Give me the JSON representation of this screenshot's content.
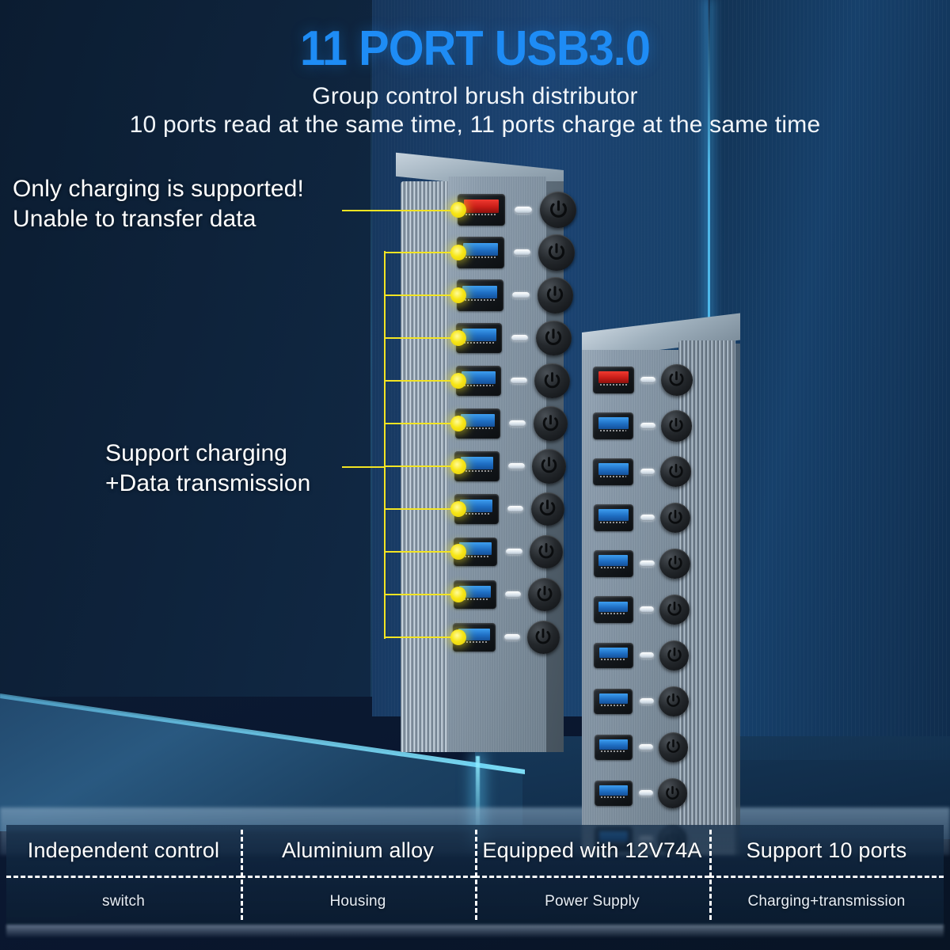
{
  "header": {
    "title": "11 PORT USB3.0",
    "subtitle_1": "Group control brush distributor",
    "subtitle_2": "10 ports read at the same time, 11 ports charge at the same time",
    "title_color": "#1e8cf5",
    "text_color": "#ffffff"
  },
  "callouts": {
    "charge_only": {
      "line_1": "Only charging is supported!",
      "line_2": "Unable to transfer data",
      "text": "Only charging is supported!\nUnable to transfer data",
      "target_port": "port-1-red",
      "accent_color": "#f2e423"
    },
    "charge_and_data": {
      "line_1": "Support charging",
      "line_2": "+Data transmission",
      "text": "Support charging\n+Data transmission",
      "target_ports": "port-2 through port-11 (blue)",
      "accent_color": "#f2e423"
    }
  },
  "devices": {
    "hub_front": {
      "name": "11-port USB 3.0 hub (front)",
      "port_count": 11,
      "ports": [
        {
          "index": 1,
          "type": "charge-only",
          "color": "#e02a22",
          "label": "red"
        },
        {
          "index": 2,
          "type": "charge-and-data",
          "color": "#2f86dd",
          "label": "blue"
        },
        {
          "index": 3,
          "type": "charge-and-data",
          "color": "#2f86dd",
          "label": "blue"
        },
        {
          "index": 4,
          "type": "charge-and-data",
          "color": "#2f86dd",
          "label": "blue"
        },
        {
          "index": 5,
          "type": "charge-and-data",
          "color": "#2f86dd",
          "label": "blue"
        },
        {
          "index": 6,
          "type": "charge-and-data",
          "color": "#2f86dd",
          "label": "blue"
        },
        {
          "index": 7,
          "type": "charge-and-data",
          "color": "#2f86dd",
          "label": "blue"
        },
        {
          "index": 8,
          "type": "charge-and-data",
          "color": "#2f86dd",
          "label": "blue"
        },
        {
          "index": 9,
          "type": "charge-and-data",
          "color": "#2f86dd",
          "label": "blue"
        },
        {
          "index": 10,
          "type": "charge-and-data",
          "color": "#2f86dd",
          "label": "blue"
        },
        {
          "index": 11,
          "type": "charge-and-data",
          "color": "#2f86dd",
          "label": "blue"
        }
      ]
    },
    "hub_back": {
      "name": "11-port USB 3.0 hub (rear)",
      "port_count": 11,
      "ports": [
        {
          "index": 1,
          "type": "charge-only",
          "color": "#e02a22",
          "label": "red"
        },
        {
          "index": 2,
          "type": "charge-and-data",
          "color": "#2f86dd",
          "label": "blue"
        },
        {
          "index": 3,
          "type": "charge-and-data",
          "color": "#2f86dd",
          "label": "blue"
        },
        {
          "index": 4,
          "type": "charge-and-data",
          "color": "#2f86dd",
          "label": "blue"
        },
        {
          "index": 5,
          "type": "charge-and-data",
          "color": "#2f86dd",
          "label": "blue"
        },
        {
          "index": 6,
          "type": "charge-and-data",
          "color": "#2f86dd",
          "label": "blue"
        },
        {
          "index": 7,
          "type": "charge-and-data",
          "color": "#2f86dd",
          "label": "blue"
        },
        {
          "index": 8,
          "type": "charge-and-data",
          "color": "#2f86dd",
          "label": "blue"
        },
        {
          "index": 9,
          "type": "charge-and-data",
          "color": "#2f86dd",
          "label": "blue"
        },
        {
          "index": 10,
          "type": "charge-and-data",
          "color": "#2f86dd",
          "label": "blue"
        },
        {
          "index": 11,
          "type": "charge-and-data",
          "color": "#2f86dd",
          "label": "blue"
        }
      ]
    }
  },
  "features": [
    {
      "title": "Independent control",
      "caption": "switch"
    },
    {
      "title": "Aluminium alloy",
      "caption": "Housing"
    },
    {
      "title": "Equipped with 12V74A",
      "caption": "Power Supply"
    },
    {
      "title": "Support 10 ports",
      "caption": "Charging+transmission"
    }
  ],
  "theme": {
    "background": "#0a1628",
    "wall_blue": "#1b4372",
    "glow_cyan": "#5acdff",
    "callout_yellow": "#f2e423"
  }
}
